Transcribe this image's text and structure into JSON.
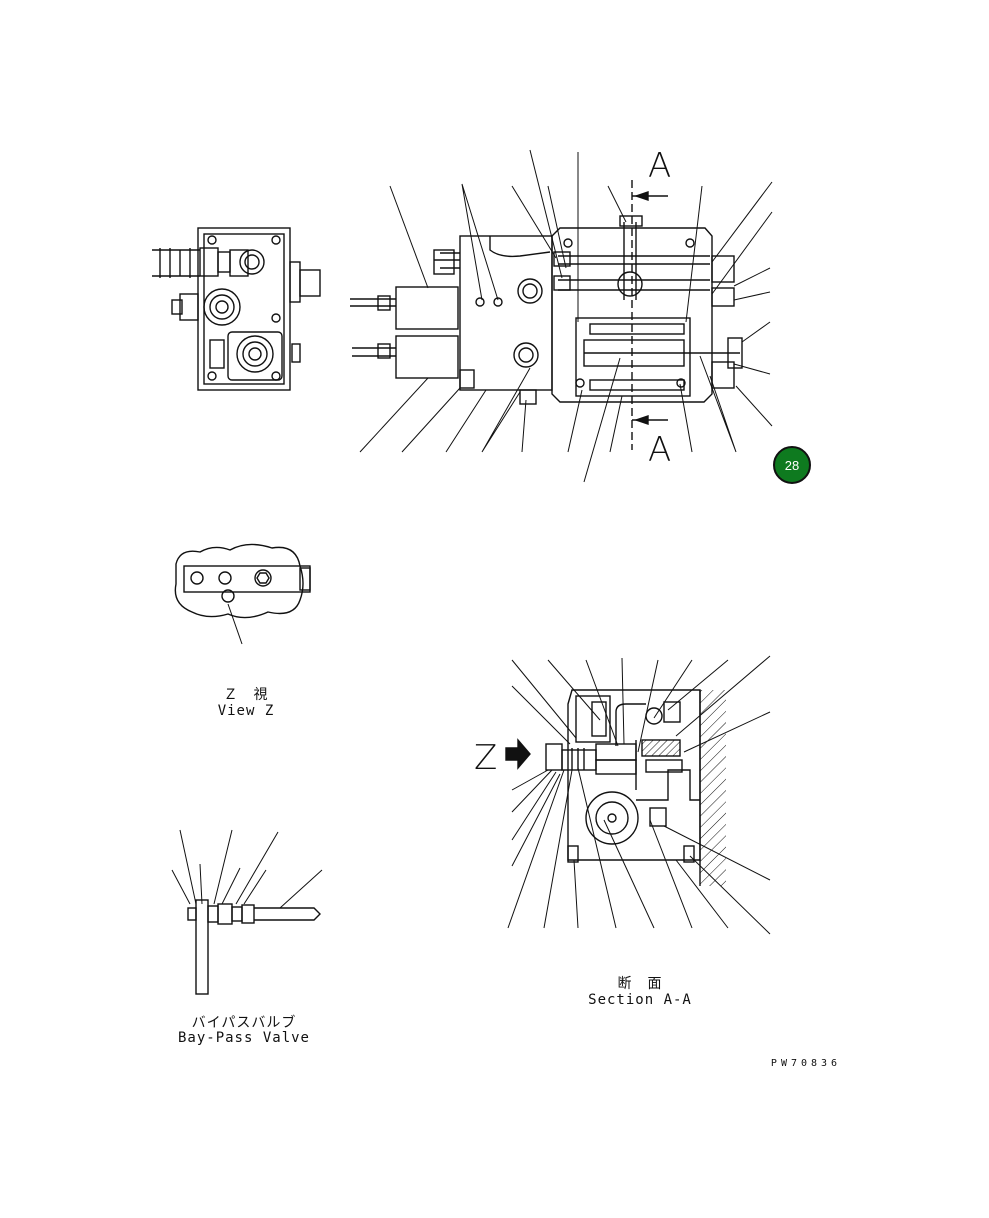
{
  "section_letter_top": "A",
  "section_letter_bottom": "A",
  "view_letter": "Z",
  "page_badge": "28",
  "badge_color": "#0e7a1f",
  "view_z": {
    "jp": "Ｚ　視",
    "en": "View Z"
  },
  "section": {
    "jp": "断　面",
    "en": "Section A-A"
  },
  "bypass": {
    "jp": "バイパスバルブ",
    "en": "Bay-Pass Valve"
  },
  "drawing_no": "PW70836"
}
